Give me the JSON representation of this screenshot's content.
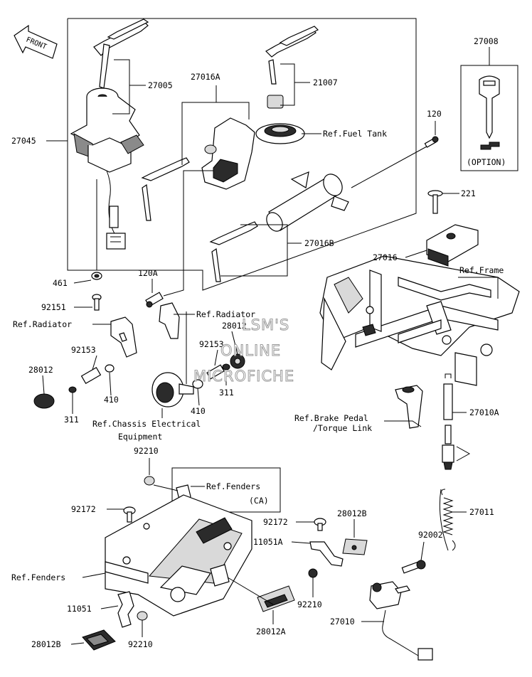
{
  "diagram": {
    "labels": {
      "front": "FRONT",
      "p27045": "27045",
      "p27005": "27005",
      "p27016A": "27016A",
      "p21007": "21007",
      "p27008": "27008",
      "option": "(OPTION)",
      "ref_fuel_tank": "Ref.Fuel Tank",
      "p120": "120",
      "p221": "221",
      "p27016": "27016",
      "ref_frame": "Ref.Frame",
      "p27016B": "27016B",
      "p461": "461",
      "p120A": "120A",
      "p92151": "92151",
      "ref_radiator_left": "Ref.Radiator",
      "ref_radiator_mid": "Ref.Radiator",
      "p28012_mid": "28012",
      "p92153_left": "92153",
      "p92153_mid": "92153",
      "p28012_left": "28012",
      "p410_left": "410",
      "p311_left": "311",
      "p311_mid": "311",
      "p410_mid": "410",
      "ref_chassis_line1": "Ref.Chassis Electrical",
      "ref_chassis_line2": "Equipment",
      "ref_brake_line1": "Ref.Brake Pedal",
      "ref_brake_line2": "/Torque Link",
      "p27010A": "27010A",
      "p92210_top": "92210",
      "ref_fenders_ca": "Ref.Fenders",
      "ca": "(CA)",
      "p92172_left": "92172",
      "p92172_mid": "92172",
      "p28012B_mid": "28012B",
      "p11051A": "11051A",
      "p27011": "27011",
      "p92002": "92002",
      "ref_fenders_left": "Ref.Fenders",
      "p92210_mid": "92210",
      "p11051": "11051",
      "p27010": "27010",
      "p28012A": "28012A",
      "p28012B_left": "28012B",
      "p92210_bottom": "92210"
    },
    "watermark": {
      "line1": "LSM'S",
      "line2": "ONLINE",
      "line3": "MICROFICHE"
    }
  }
}
